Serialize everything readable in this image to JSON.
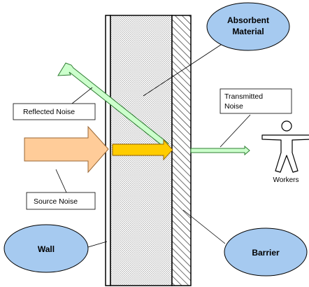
{
  "labels": {
    "absorbent_material_line1": "Absorbent",
    "absorbent_material_line2": "Material",
    "reflected_noise": "Reflected Noise",
    "transmitted_noise_line1": "Transmitted",
    "transmitted_noise_line2": "Noise",
    "workers": "Workers",
    "source_noise": "Source Noise",
    "wall": "Wall",
    "barrier": "Barrier"
  },
  "colors": {
    "ellipse_fill": "#a6caf0",
    "source_arrow_fill": "#ffcc99",
    "absorbed_arrow_fill": "#ffcc00",
    "green_arrow_fill": "#ccffcc",
    "absorbent_fill": "#e8e8e8"
  }
}
